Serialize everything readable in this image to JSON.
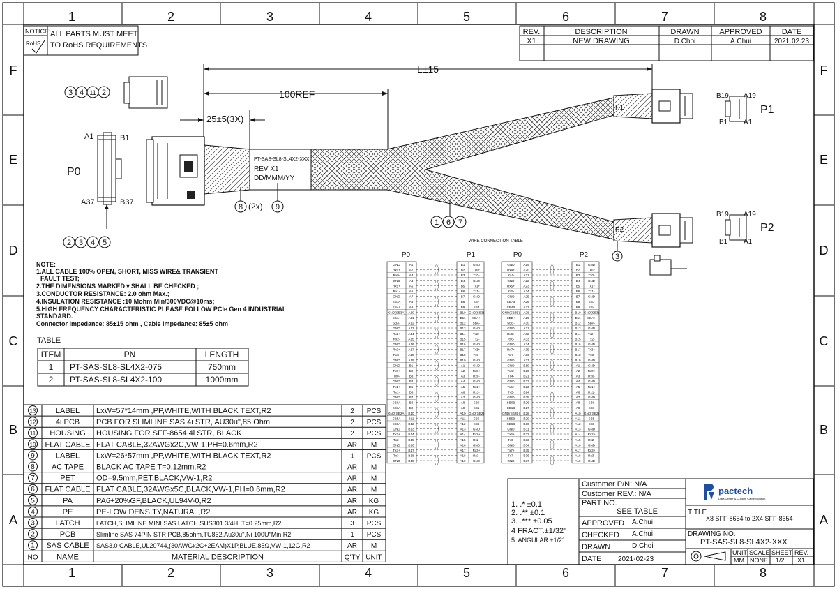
{
  "grid": {
    "cols": [
      "1",
      "2",
      "3",
      "4",
      "5",
      "6",
      "7",
      "8"
    ],
    "rows": [
      "F",
      "E",
      "D",
      "C",
      "B",
      "A"
    ]
  },
  "notice": {
    "label": "NOTICE:",
    "rohs": "RoHS",
    "line1": "ALL PARTS MUST MEET",
    "line2": "TO RoHS REQUIREMENTS"
  },
  "revision": {
    "headers": [
      "REV.",
      "DESCRIPTION",
      "DRAWN",
      "APPROVED",
      "DATE"
    ],
    "row": [
      "X1",
      "NEW DRAWING",
      "D.Choi",
      "A.Chui",
      "2021.02.23"
    ]
  },
  "dimensions": {
    "overall": "L±15",
    "ref": "100REF",
    "label_pos": "25±5(3X)"
  },
  "connectors": {
    "p0": "P0",
    "p1": "P1",
    "p2": "P2",
    "a1": "A1",
    "b1": "B1",
    "a37": "A37",
    "b37": "B37",
    "a19": "A19",
    "b19": "B19"
  },
  "balloons": {
    "top_housing": [
      "3",
      "4",
      "11",
      "2"
    ],
    "bottom_p0": [
      "2",
      "3",
      "4",
      "5"
    ],
    "label_balloons": [
      "8",
      "9"
    ],
    "label_2x": "(2x)",
    "cable_balloons": [
      "1",
      "6",
      "7"
    ],
    "p2_balloon": "3"
  },
  "cable_label": {
    "line1": "PT-SAS-SL8-SL4X2-XXX",
    "line2": "REV X1",
    "line3": "DD/MMM/YY"
  },
  "notes": {
    "title": "NOTE:",
    "lines": [
      "1.ALL CABLE 100% OPEN, SHORT, MISS WIRE& TRANSIENT",
      "FAULT TEST;",
      "2.THE DIMENSIONS MARKED▼SHALL BE CHECKED ;",
      "3.CONDUCTOR RESISTANCE: 2.0 ohm Max.;",
      "4.INSULATION RESISTANCE :10 Mohm Min/300VDC@10ms;",
      "5.HIGH FREQUENCY CHARACTERISTIC PLEASE FOLLOW PCIe Gen 4 INDUSTRIAL",
      "STANDARD.",
      "Connector Impedance: 85±15 ohm ,  Cable Impedance: 85±5 ohm"
    ]
  },
  "length_table": {
    "title": "TABLE",
    "headers": [
      "ITEM",
      "PN",
      "LENGTH"
    ],
    "rows": [
      [
        "1",
        "PT-SAS-SL8-SL4X2-075",
        "750mm"
      ],
      [
        "2",
        "PT-SAS-SL8-SL4X2-100",
        "1000mm"
      ]
    ]
  },
  "wire_table": {
    "title": "WIRE CONNECTION TABLE",
    "col_headers": [
      "P0",
      "P1",
      "P0",
      "P2"
    ],
    "p0_p1": [
      [
        "GND",
        "A1",
        "B1",
        "GND"
      ],
      [
        "Rx0+",
        "A2",
        "B2",
        "Tx0+"
      ],
      [
        "Rx0-",
        "A3",
        "B3",
        "Tx0-"
      ],
      [
        "GND",
        "A4",
        "B4",
        "GND"
      ],
      [
        "Rx1+",
        "A5",
        "B5",
        "Tx1+"
      ],
      [
        "Rx1-",
        "A6",
        "B6",
        "Tx1-"
      ],
      [
        "GND",
        "A7",
        "B7",
        "GND"
      ],
      [
        "SB7A",
        "A8",
        "B8",
        "SB7"
      ],
      [
        "SB4A",
        "A9",
        "B9",
        "SB4"
      ],
      [
        "GND(SB3A)",
        "A10",
        "B10",
        "GND(SB3)"
      ],
      [
        "SBA+",
        "A11",
        "B11",
        "SBA+"
      ],
      [
        "SBA-",
        "A12",
        "B12",
        "SBA-"
      ],
      [
        "GND",
        "A13",
        "B13",
        "GND"
      ],
      [
        "Rx2+",
        "A14",
        "B14",
        "Tx2+"
      ],
      [
        "Rx2-",
        "A15",
        "B15",
        "Tx2-"
      ],
      [
        "GND",
        "A16",
        "B16",
        "GND"
      ],
      [
        "Rx3+",
        "A17",
        "B17",
        "Tx3+"
      ],
      [
        "Rx3-",
        "A18",
        "B18",
        "Tx3-"
      ],
      [
        "GND",
        "A19",
        "B19",
        "GND"
      ],
      [
        "GND",
        "B1",
        "A1",
        "GND"
      ],
      [
        "Tx0+",
        "B2",
        "A2",
        "Rx0+"
      ],
      [
        "Tx0-",
        "B3",
        "A3",
        "Rx0-"
      ],
      [
        "GND",
        "B4",
        "A4",
        "GND"
      ],
      [
        "Tx1+",
        "B5",
        "A5",
        "Rx1+"
      ],
      [
        "Tx1-",
        "B6",
        "A6",
        "Rx1-"
      ],
      [
        "GND",
        "B7",
        "A7",
        "GND"
      ],
      [
        "SB0A",
        "B8",
        "A8",
        "SB0"
      ],
      [
        "SB1A",
        "B9",
        "A9",
        "SB1"
      ],
      [
        "GND(SB2A)",
        "B10",
        "A10",
        "GND(SB2)"
      ],
      [
        "SB5A",
        "B11",
        "A11",
        "SB5"
      ],
      [
        "SB6A",
        "B12",
        "A12",
        "SB6"
      ],
      [
        "GND",
        "B13",
        "A13",
        "GND"
      ],
      [
        "Tx2+",
        "B14",
        "A14",
        "Rx2+"
      ],
      [
        "Tx2-",
        "B15",
        "A15",
        "Rx2-"
      ],
      [
        "GND",
        "B16",
        "A16",
        "GND"
      ],
      [
        "Tx3+",
        "B17",
        "A17",
        "Rx3+"
      ],
      [
        "Tx3-",
        "B18",
        "A18",
        "Rx3-"
      ],
      [
        "GND",
        "B19",
        "A19",
        "GND"
      ]
    ],
    "p0_p2": [
      [
        "GND",
        "A19",
        "B1",
        "GND"
      ],
      [
        "Rx4+",
        "A20",
        "B2",
        "Tx0+"
      ],
      [
        "Rx4-",
        "A21",
        "B3",
        "Tx0-"
      ],
      [
        "GND",
        "A22",
        "B4",
        "GND"
      ],
      [
        "Rx5+",
        "A23",
        "B5",
        "Tx1+"
      ],
      [
        "Rx5-",
        "A24",
        "B6",
        "Tx1-"
      ],
      [
        "GND",
        "A25",
        "B7",
        "GND"
      ],
      [
        "SB7B",
        "A26",
        "B8",
        "SB7"
      ],
      [
        "SB4B",
        "A27",
        "B9",
        "SB4"
      ],
      [
        "GND(SB3B)",
        "A28",
        "B10",
        "GND(SB3)"
      ],
      [
        "SBB+",
        "A29",
        "B11",
        "SBA+"
      ],
      [
        "SBB-",
        "A30",
        "B12",
        "SBA-"
      ],
      [
        "GND",
        "A31",
        "B13",
        "GND"
      ],
      [
        "Rx6+",
        "A32",
        "B14",
        "Tx2+"
      ],
      [
        "Rx6-",
        "A33",
        "B15",
        "Tx2-"
      ],
      [
        "GND",
        "A34",
        "B16",
        "GND"
      ],
      [
        "Rx7+",
        "A35",
        "B17",
        "Tx3+"
      ],
      [
        "Rx7-",
        "A36",
        "B18",
        "Tx3-"
      ],
      [
        "GND",
        "A37",
        "B19",
        "GND"
      ],
      [
        "GND",
        "B19",
        "A1",
        "GND"
      ],
      [
        "Tx4+",
        "B20",
        "A2",
        "Rx0+"
      ],
      [
        "Tx4-",
        "B21",
        "A3",
        "Rx0-"
      ],
      [
        "GND",
        "B22",
        "A4",
        "GND"
      ],
      [
        "Tx5+",
        "B23",
        "A5",
        "Rx1+"
      ],
      [
        "Tx5-",
        "B24",
        "A6",
        "Rx1-"
      ],
      [
        "GND",
        "B25",
        "A7",
        "GND"
      ],
      [
        "SB0B",
        "B26",
        "A8",
        "SB0"
      ],
      [
        "SB1B",
        "B27",
        "A9",
        "SB1"
      ],
      [
        "GND(SB2B)",
        "B28",
        "A10",
        "GND(SB2)"
      ],
      [
        "SB5B",
        "B29",
        "A11",
        "SB5"
      ],
      [
        "SB6B",
        "B30",
        "A12",
        "SB6"
      ],
      [
        "GND",
        "B31",
        "A13",
        "GND"
      ],
      [
        "Tx6+",
        "B32",
        "A14",
        "Rx2+"
      ],
      [
        "Tx6-",
        "B33",
        "A15",
        "Rx2-"
      ],
      [
        "GND",
        "B34",
        "A16",
        "GND"
      ],
      [
        "Tx7+",
        "B35",
        "A17",
        "Rx3+"
      ],
      [
        "Tx7-",
        "B36",
        "A18",
        "Rx3-"
      ],
      [
        "GND",
        "B37",
        "A19",
        "GND"
      ]
    ]
  },
  "bom": {
    "rows": [
      [
        "13",
        "LABEL",
        "LxW=57*14mm ,PP,WHITE,WITH BLACK TEXT,R2",
        "2",
        "PCS"
      ],
      [
        "12",
        "4i PCB",
        "PCB FOR SLIMLINE SAS 4i STR, AU30u\",85 Ohm",
        "2",
        "PCS"
      ],
      [
        "11",
        "HOUSING",
        "HOUSING FOR SFF-8654 4i STR, BLACK",
        "2",
        "PCS"
      ],
      [
        "10",
        "FLAT CABLE",
        "FLAT CABLE,32AWGx2C,VW-1,PH=0.6mm,R2",
        "AR",
        "M"
      ],
      [
        "9",
        "LABEL",
        "LxW=26*57mm ,PP,WHITE,WITH BLACK TEXT,R2",
        "1",
        "PCS"
      ],
      [
        "8",
        "AC TAPE",
        "BLACK AC TAPE T=0.12mm,R2",
        "AR",
        "M"
      ],
      [
        "7",
        "PET",
        "OD=9.5mm,PET,BLACK,VW-1,R2",
        "AR",
        "M"
      ],
      [
        "6",
        "FLAT CABLE",
        "FLAT CABLE,32AWGx5C,BLACK,VW-1,PH=0.6mm,R2",
        "AR",
        "M"
      ],
      [
        "5",
        "PA",
        "PA6+20%GF,BLACK,UL94V-0,R2",
        "AR",
        "KG"
      ],
      [
        "4",
        "PE",
        "PE-LOW DENSITY,NATURAL,R2",
        "AR",
        "KG"
      ],
      [
        "3",
        "LATCH",
        "LATCH,SLIMLINE MINI SAS   LATCH SUS301 3/4H, T=0.25mm,R2",
        "3",
        "PCS"
      ],
      [
        "2",
        "PCB",
        "Slimline SAS 74PIN STR PCB,85ohm,TU862,Au30u'',Ni 100U\"Min,R2",
        "1",
        "PCS"
      ],
      [
        "1",
        "SAS CABLE",
        "SAS3.0 CABLE,UL20744,(30AWGx2C+2EAM)X1P,BLUE,85Ω,VW-1,12G,R2",
        "AR",
        "M"
      ]
    ],
    "footer": [
      "NO",
      "NAME",
      "MATERIAL DESCRIPTION",
      "Q'TY",
      "UNIT"
    ]
  },
  "title_block": {
    "customer_pn": "Customer P/N: N/A",
    "customer_rev": "Customer REV.: N/A",
    "part_no": "PART NO.",
    "see_table": "SEE TABLE",
    "approved_label": "APPROVED",
    "approved": "A.Chui",
    "checked_label": "CHECKED",
    "checked": "A.Chui",
    "drawn_label": "DRAWN",
    "drawn": "D.Choi",
    "date_label": "DATE",
    "date": "2021-02-23",
    "tolerances": [
      "1.  .* ±0.1",
      "2.  .** ±0.1",
      "3.  .*** ±0.05",
      "4 FRACT.±1/32\"",
      "5. ANGULAR ±1/2°"
    ],
    "logo": "pactech",
    "logo_sub": "Data Center & Custom Cable Solution",
    "title_label": "TITLE",
    "title": "X8 SFF-8654 to 2X4 SFF-8654",
    "drawing_no_label": "DRAWING NO.",
    "drawing_no": "PT-SAS-SL8-SL4X2-XXX",
    "bottom_headers": [
      "UNIT",
      "SCALE",
      "SHEET",
      "REV."
    ],
    "bottom_values": [
      "MM",
      "NONE",
      "1/2",
      "X1"
    ]
  }
}
